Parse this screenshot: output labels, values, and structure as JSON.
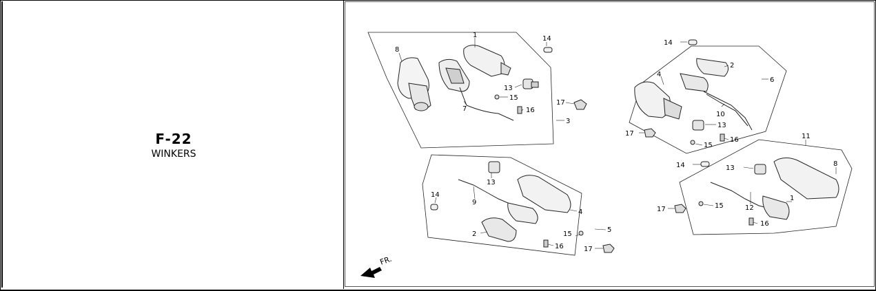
{
  "section": {
    "code": "F-22",
    "name": "WINKERS"
  },
  "direction_label": "FR.",
  "callouts": [
    {
      "id": "c1",
      "text": "1"
    },
    {
      "id": "c2",
      "text": "14"
    },
    {
      "id": "c3",
      "text": "8"
    },
    {
      "id": "c4",
      "text": "13"
    },
    {
      "id": "c5",
      "text": "15"
    },
    {
      "id": "c6",
      "text": "17"
    },
    {
      "id": "c7",
      "text": "16"
    },
    {
      "id": "c8",
      "text": "7"
    },
    {
      "id": "c9",
      "text": "3"
    },
    {
      "id": "c10",
      "text": "14"
    },
    {
      "id": "c11",
      "text": "2"
    },
    {
      "id": "c12",
      "text": "6"
    },
    {
      "id": "c13",
      "text": "4"
    },
    {
      "id": "c14",
      "text": "10"
    },
    {
      "id": "c15",
      "text": "13"
    },
    {
      "id": "c16",
      "text": "17"
    },
    {
      "id": "c17",
      "text": "16"
    },
    {
      "id": "c18",
      "text": "15"
    },
    {
      "id": "c19",
      "text": "11"
    },
    {
      "id": "c20",
      "text": "14"
    },
    {
      "id": "c21",
      "text": "13"
    },
    {
      "id": "c22",
      "text": "8"
    },
    {
      "id": "c23",
      "text": "15"
    },
    {
      "id": "c24",
      "text": "17"
    },
    {
      "id": "c25",
      "text": "12"
    },
    {
      "id": "c26",
      "text": "1"
    },
    {
      "id": "c27",
      "text": "16"
    },
    {
      "id": "c28",
      "text": "13"
    },
    {
      "id": "c29",
      "text": "14"
    },
    {
      "id": "c30",
      "text": "9"
    },
    {
      "id": "c31",
      "text": "4"
    },
    {
      "id": "c32",
      "text": "2"
    },
    {
      "id": "c33",
      "text": "15"
    },
    {
      "id": "c34",
      "text": "5"
    },
    {
      "id": "c35",
      "text": "16"
    },
    {
      "id": "c36",
      "text": "17"
    }
  ]
}
